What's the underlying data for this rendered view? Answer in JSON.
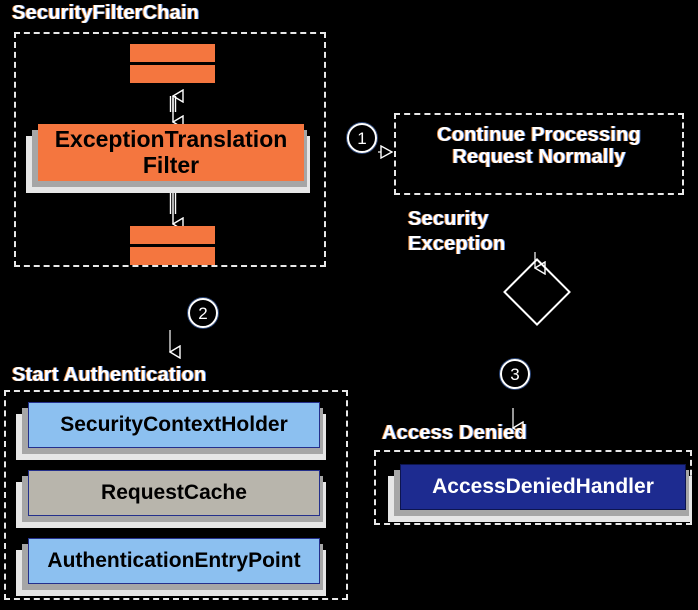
{
  "diagram": {
    "title": "Spring Security ExceptionTranslationFilter flow",
    "background": "#000000",
    "colors": {
      "filter_orange": "#f4763f",
      "component_blue": "#8cc0f0",
      "component_beige": "#b8b5ac",
      "handler_navy": "#1d2b90",
      "group_border": "#e8e8e8",
      "text_white": "#ffffff",
      "shadow_mid": "#a6a6a6",
      "shadow_back": "#e6e6e6"
    },
    "groups": [
      {
        "id": "security-filter-chain",
        "label": "SecurityFilterChain"
      },
      {
        "id": "continue-processing",
        "label_line1": "Continue Processing",
        "label_line2": "Request Normally"
      },
      {
        "id": "start-authentication",
        "label": "Start Authentication"
      },
      {
        "id": "access-denied",
        "label": "Access Denied"
      }
    ],
    "filter_chain": {
      "main_filter": {
        "line1": "ExceptionTranslation",
        "line2": "Filter"
      },
      "collapsed_filters_above": 2,
      "collapsed_filters_below": 2
    },
    "steps": [
      {
        "number": "①",
        "plain": "1",
        "label": "Continue Processing Request Normally"
      },
      {
        "number": "②",
        "plain": "2",
        "label": "Start Authentication"
      },
      {
        "number": "③",
        "plain": "3",
        "label": "Access Denied"
      }
    ],
    "edge_labels": {
      "security_exception_line1": "Security",
      "security_exception_line2": "Exception"
    },
    "auth_components": [
      {
        "name": "SecurityContextHolder",
        "style": "blue"
      },
      {
        "name": "RequestCache",
        "style": "beige"
      },
      {
        "name": "AuthenticationEntryPoint",
        "style": "blue"
      }
    ],
    "denied_components": [
      {
        "name": "AccessDeniedHandler",
        "style": "navy"
      }
    ]
  }
}
